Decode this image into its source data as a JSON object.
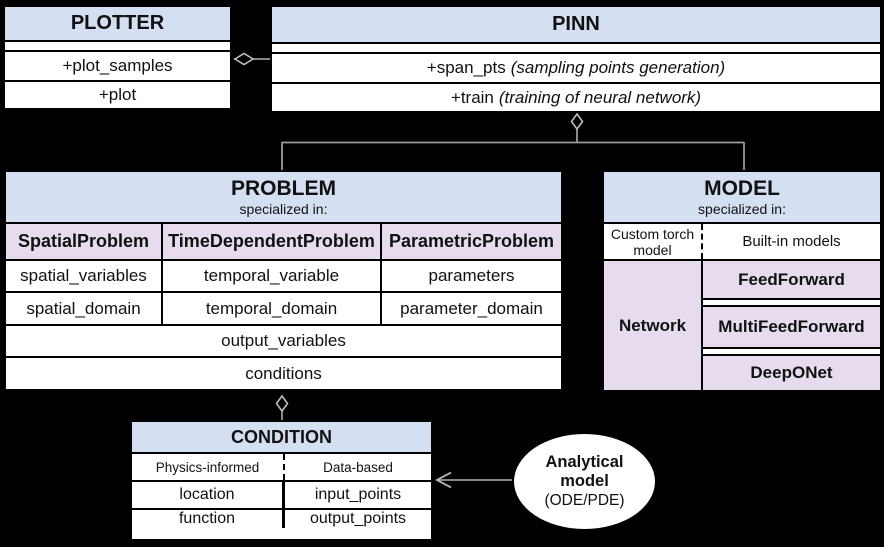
{
  "colors": {
    "background": "#000000",
    "box_fill": "#ffffff",
    "header_fill": "#d4e0f2",
    "accent_fill": "#e7dcee",
    "border": "#000000",
    "connector": "#9a9a9a"
  },
  "plotter": {
    "title": "PLOTTER",
    "methods": [
      "+plot_samples",
      "+plot"
    ]
  },
  "pinn": {
    "title": "PINN",
    "methods": [
      {
        "name": "+span_pts",
        "annotation": "(sampling points generation)"
      },
      {
        "name": "+train",
        "annotation": "(training of neural network)"
      }
    ]
  },
  "problem": {
    "title": "PROBLEM",
    "subtitle": "specialized in:",
    "columns": [
      {
        "title": "SpatialProblem",
        "rows": [
          "spatial_variables",
          "spatial_domain"
        ]
      },
      {
        "title": "TimeDependentProblem",
        "rows": [
          "temporal_variable",
          "temporal_domain"
        ]
      },
      {
        "title": "ParametricProblem",
        "rows": [
          "parameters",
          "parameter_domain"
        ]
      }
    ],
    "shared_rows": [
      "output_variables",
      "conditions"
    ]
  },
  "model": {
    "title": "MODEL",
    "subtitle": "specialized in:",
    "left_header": "Custom torch model",
    "right_header": "Built-in models",
    "left_cell": "Network",
    "right_cells": [
      "FeedForward",
      "MultiFeedForward",
      "DeepONet"
    ]
  },
  "condition": {
    "title": "CONDITION",
    "left_header": "Physics-informed",
    "right_header": "Data-based",
    "left_rows": [
      "location",
      "function"
    ],
    "right_rows": [
      "input_points",
      "output_points"
    ]
  },
  "analytical_model": {
    "line1": "Analytical",
    "line2": "model",
    "line3": "(ODE/PDE)"
  }
}
